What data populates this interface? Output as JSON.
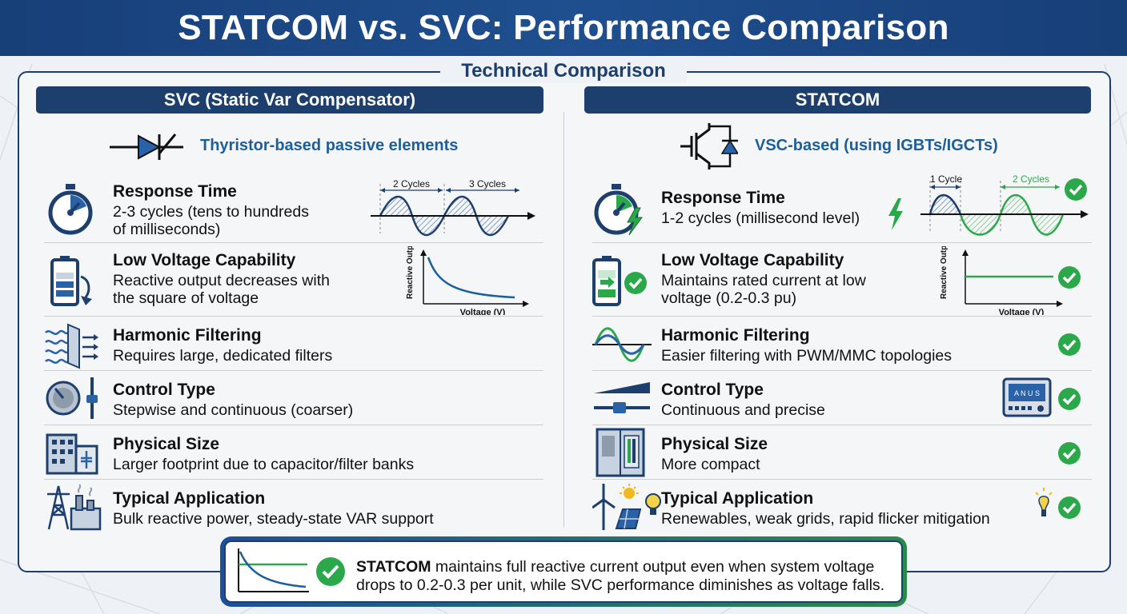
{
  "header": {
    "title": "STATCOM vs. SVC: Performance Comparison"
  },
  "section_title": "Technical Comparison",
  "svc": {
    "heading": "SVC (Static Var Compensator)",
    "tech": "Thyristor-based passive elements",
    "rows": [
      {
        "title": "Response Time",
        "desc1": "2-3 cycles (tens to hundreds",
        "desc2": "of milliseconds)"
      },
      {
        "title": "Low Voltage Capability",
        "desc1": "Reactive output decreases with",
        "desc2": "the square of voltage"
      },
      {
        "title": "Harmonic Filtering",
        "desc1": "Requires large, dedicated filters"
      },
      {
        "title": "Control Type",
        "desc1": "Stepwise and continuous (coarser)"
      },
      {
        "title": "Physical Size",
        "desc1": "Larger footprint due to capacitor/filter banks"
      },
      {
        "title": "Typical Application",
        "desc1": "Bulk reactive power, steady-state VAR support"
      }
    ],
    "response_chart": {
      "label_a": "2 Cycles",
      "label_b": "3 Cycles"
    },
    "voltage_chart": {
      "ylabel": "Reactive Output (Q)",
      "xlabel": "Voltage (V)"
    }
  },
  "statcom": {
    "heading": "STATCOM",
    "tech": "VSC-based (using IGBTs/IGCTs)",
    "rows": [
      {
        "title": "Response Time",
        "desc1": "1-2 cycles (millisecond level)"
      },
      {
        "title": "Low Voltage Capability",
        "desc1": "Maintains rated current at low",
        "desc2": "voltage (0.2-0.3 pu)"
      },
      {
        "title": "Harmonic Filtering",
        "desc1": "Easier filtering with PWM/MMC topologies"
      },
      {
        "title": "Control Type",
        "desc1": "Continuous and precise"
      },
      {
        "title": "Physical Size",
        "desc1": "More compact"
      },
      {
        "title": "Typical Application",
        "desc1": "Renewables, weak grids, rapid flicker mitigation"
      }
    ],
    "response_chart": {
      "label_a": "1 Cycle",
      "label_b": "2 Cycles"
    },
    "voltage_chart": {
      "ylabel": "Reactive Output (Q)",
      "xlabel": "Voltage (V)"
    },
    "control_display": "A N U S"
  },
  "footer": {
    "bold": "STATCOM",
    "text1": " maintains full reactive current output even when system voltage",
    "text2": "drops to 0.2-0.3 per unit, while SVC performance diminishes as voltage falls."
  },
  "colors": {
    "navy": "#1d3f6e",
    "green": "#2aa84a",
    "blue": "#1d5f9a"
  }
}
